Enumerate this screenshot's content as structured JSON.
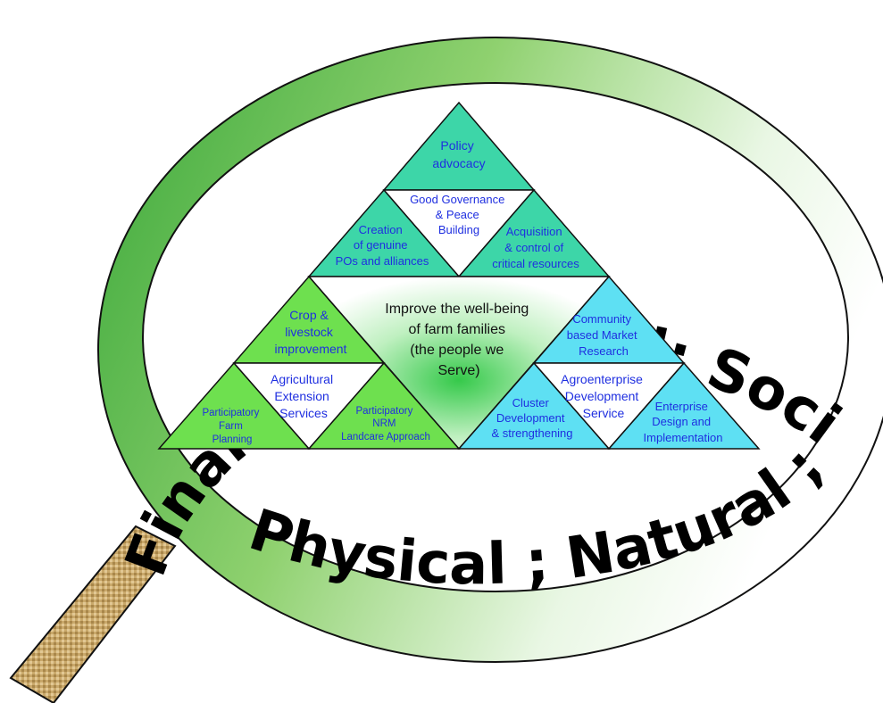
{
  "colors": {
    "ring_dark": "#3aa83a",
    "ring_light": "#ffffff",
    "teal": "#3dd6a8",
    "cyan": "#5ee0f3",
    "green": "#6ee04f",
    "blue_text": "#1f2fe0",
    "handle": "#c8a766"
  },
  "ring": {
    "top_text": "Financial; Political; Social ; Human ;",
    "bottom_text": "Physical ; Natural ;"
  },
  "pyramid": {
    "center": [
      "Improve the well-being",
      "of farm families",
      "(the people we",
      "Serve)"
    ],
    "top": [
      "Policy",
      "advocacy"
    ],
    "good_governance": [
      "Good Governance",
      "& Peace",
      "Building"
    ],
    "creation": [
      "Creation",
      "of genuine",
      "POs and alliances"
    ],
    "acquisition": [
      "Acquisition",
      "& control of",
      "critical resources"
    ],
    "crop": [
      "Crop &",
      "livestock",
      "improvement"
    ],
    "agri_ext": [
      "Agricultural",
      "Extension",
      "Services"
    ],
    "farm_planning": [
      "Participatory",
      "Farm",
      "Planning"
    ],
    "nrm": [
      "Participatory",
      "NRM",
      "Landcare Approach"
    ],
    "community": [
      "Community",
      "based Market",
      "Research"
    ],
    "agroenterprise": [
      "Agroenterprise",
      "Development",
      "Service"
    ],
    "cluster": [
      "Cluster",
      "Development",
      "& strengthening"
    ],
    "enterprise": [
      "Enterprise",
      "Design and",
      "Implementation"
    ]
  }
}
